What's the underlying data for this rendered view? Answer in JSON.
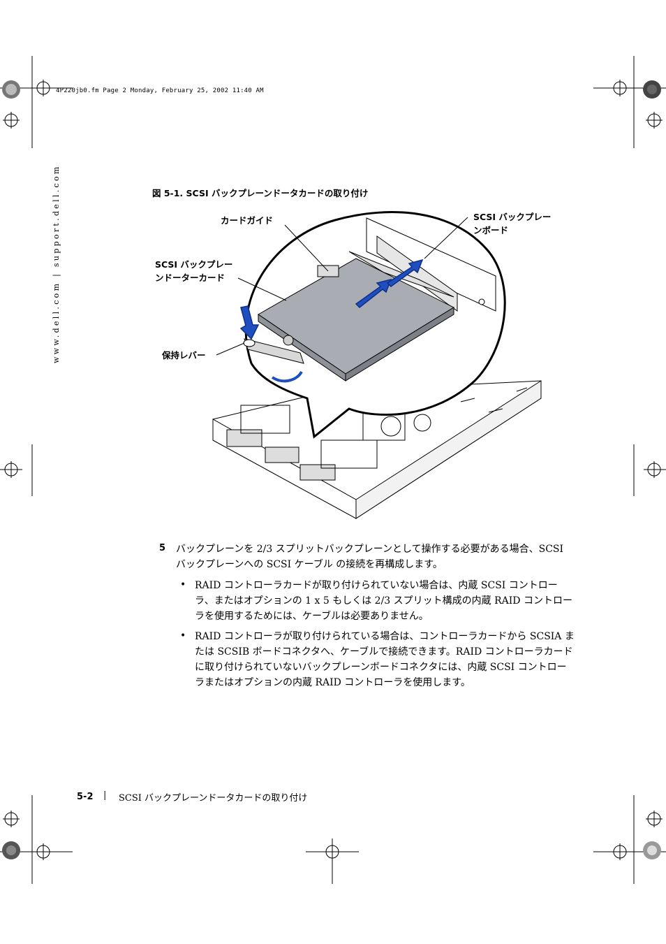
{
  "header": {
    "file_line": "4P220jb0.fm  Page 2  Monday, February 25, 2002  11:40 AM"
  },
  "sidebar": {
    "url": "www.dell.com | support.dell.com"
  },
  "figure": {
    "caption": "図 5-1.   SCSI バックプレーンドータカードの取り付け",
    "callouts": {
      "card_guide": "カードガイド",
      "backplane_board_line1": "SCSI バックプレー",
      "backplane_board_line2": "ンボード",
      "daughter_card_line1": "SCSI バックプレー",
      "daughter_card_line2": "ンドーターカード",
      "lever": "保持レバー"
    }
  },
  "content": {
    "step_number": "5",
    "step_text": "バックプレーンを 2/3 スプリットバックプレーンとして操作する必要がある場合、SCSI バックプレーンへの SCSI ケーブル の接続を再構成します。",
    "bullets": [
      "RAID コントローラカードが取り付けられていない場合は、内蔵 SCSI コントローラ、またはオプションの 1 x 5 もしくは 2/3 スプリット構成の内蔵 RAID コントローラを使用するためには、ケーブルは必要ありません。",
      "RAID コントローラが取り付けられている場合は、コントローラカードから SCSIA または SCSIB ボードコネクタへ、ケーブルで接続できます。RAID コントローラカードに取り付けられていないバックプレーンボードコネクタには、内蔵 SCSI コントローラまたはオプションの内蔵 RAID コントローラを使用します。"
    ],
    "bullet_symbol": "•"
  },
  "footer": {
    "page_number": "5-2",
    "separator": "|",
    "title": "SCSI バックプレーンドータカードの取り付け"
  },
  "colors": {
    "text": "#000000",
    "arrow_blue": "#1f4fbf",
    "card_gray": "#a9adb3"
  }
}
